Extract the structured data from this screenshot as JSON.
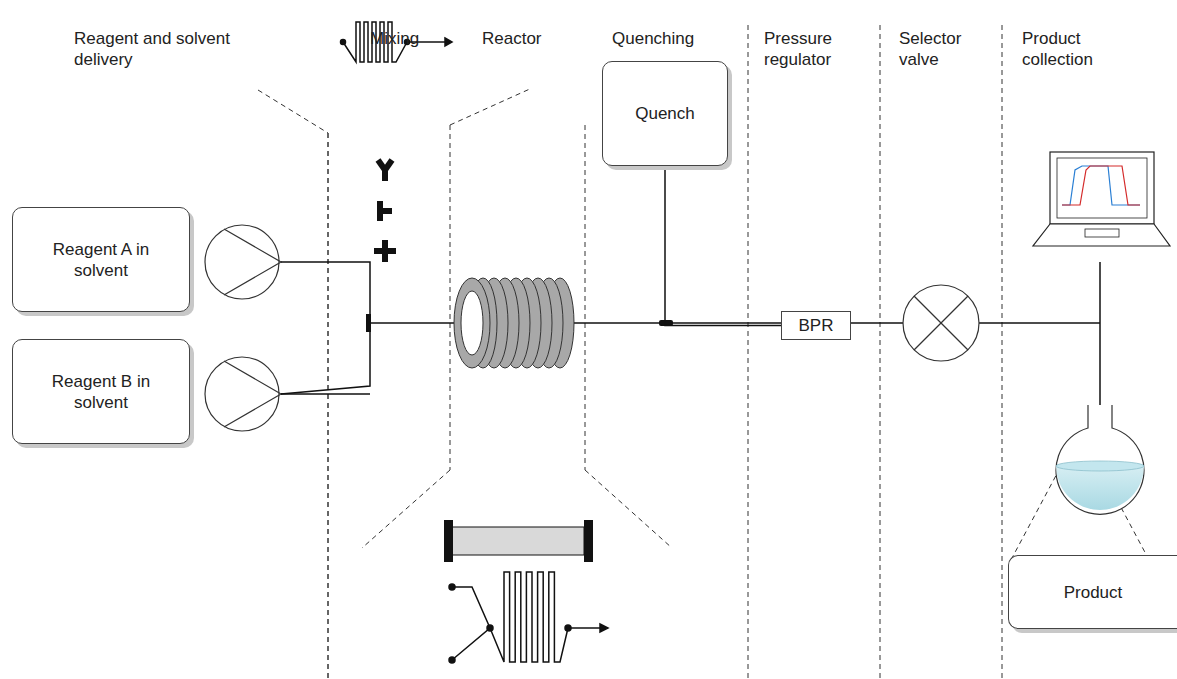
{
  "diagram": {
    "nodes": [
      {
        "text": [
          "Reagent A in solvent"
        ]
      },
      {
        "text": [
          "Reagent B in solvent"
        ]
      },
      {
        "text": [
          "Quench"
        ]
      },
      {
        "text": [
          "BPR"
        ]
      },
      {
        "text": [
          "Product"
        ]
      }
    ],
    "edges": [
      {
        "from": 2,
        "to": 3,
        "arrow": "none"
      }
    ],
    "labels": [
      "Reagent and solvent delivery",
      "Mixing",
      "Reactor",
      "Quenching",
      "Pressure regulator",
      "Selector valve",
      "Product collection"
    ]
  }
}
